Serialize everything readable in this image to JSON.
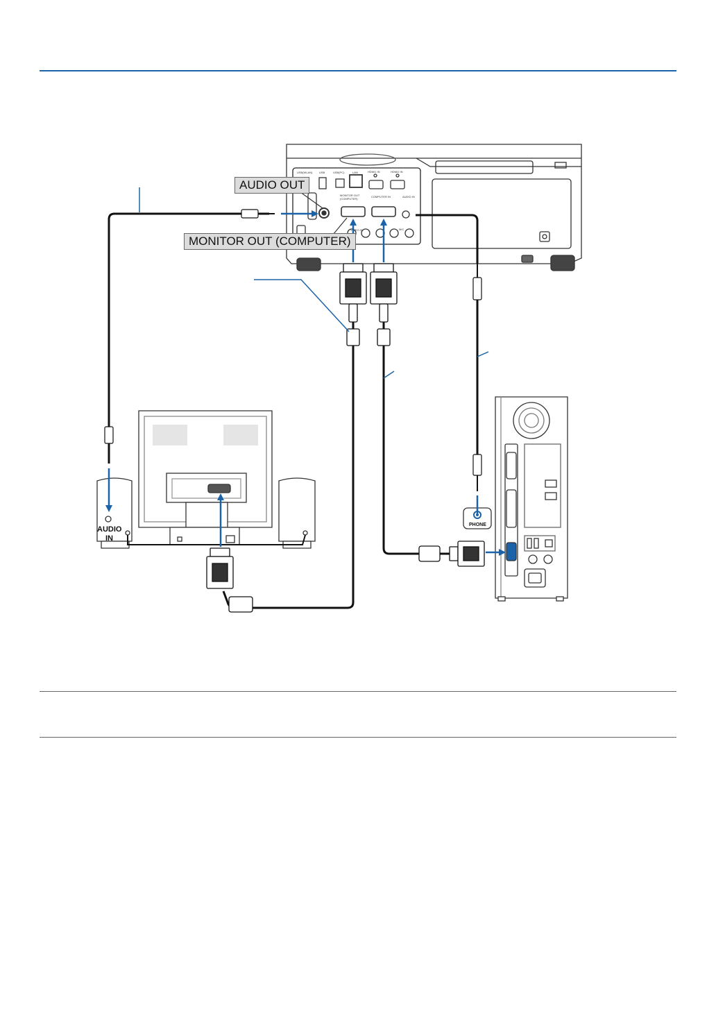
{
  "callouts": {
    "audio_out": "AUDIO OUT",
    "monitor_out": "MONITOR OUT (COMPUTER)"
  },
  "labels": {
    "speaker_audio_in_line1": "AUDIO",
    "speaker_audio_in_line2": "IN",
    "pc_phone": "PHONE"
  },
  "colors": {
    "rule_accent": "#1a63a8",
    "arrow_accent": "#1a63a8",
    "equipment_line": "#333333",
    "cable": "#111111"
  },
  "icons": [
    "projector-icon",
    "monitor-icon",
    "speaker-icon",
    "pc-tower-icon",
    "vga-connector-icon",
    "audio-plug-icon",
    "ferrite-core-icon"
  ]
}
